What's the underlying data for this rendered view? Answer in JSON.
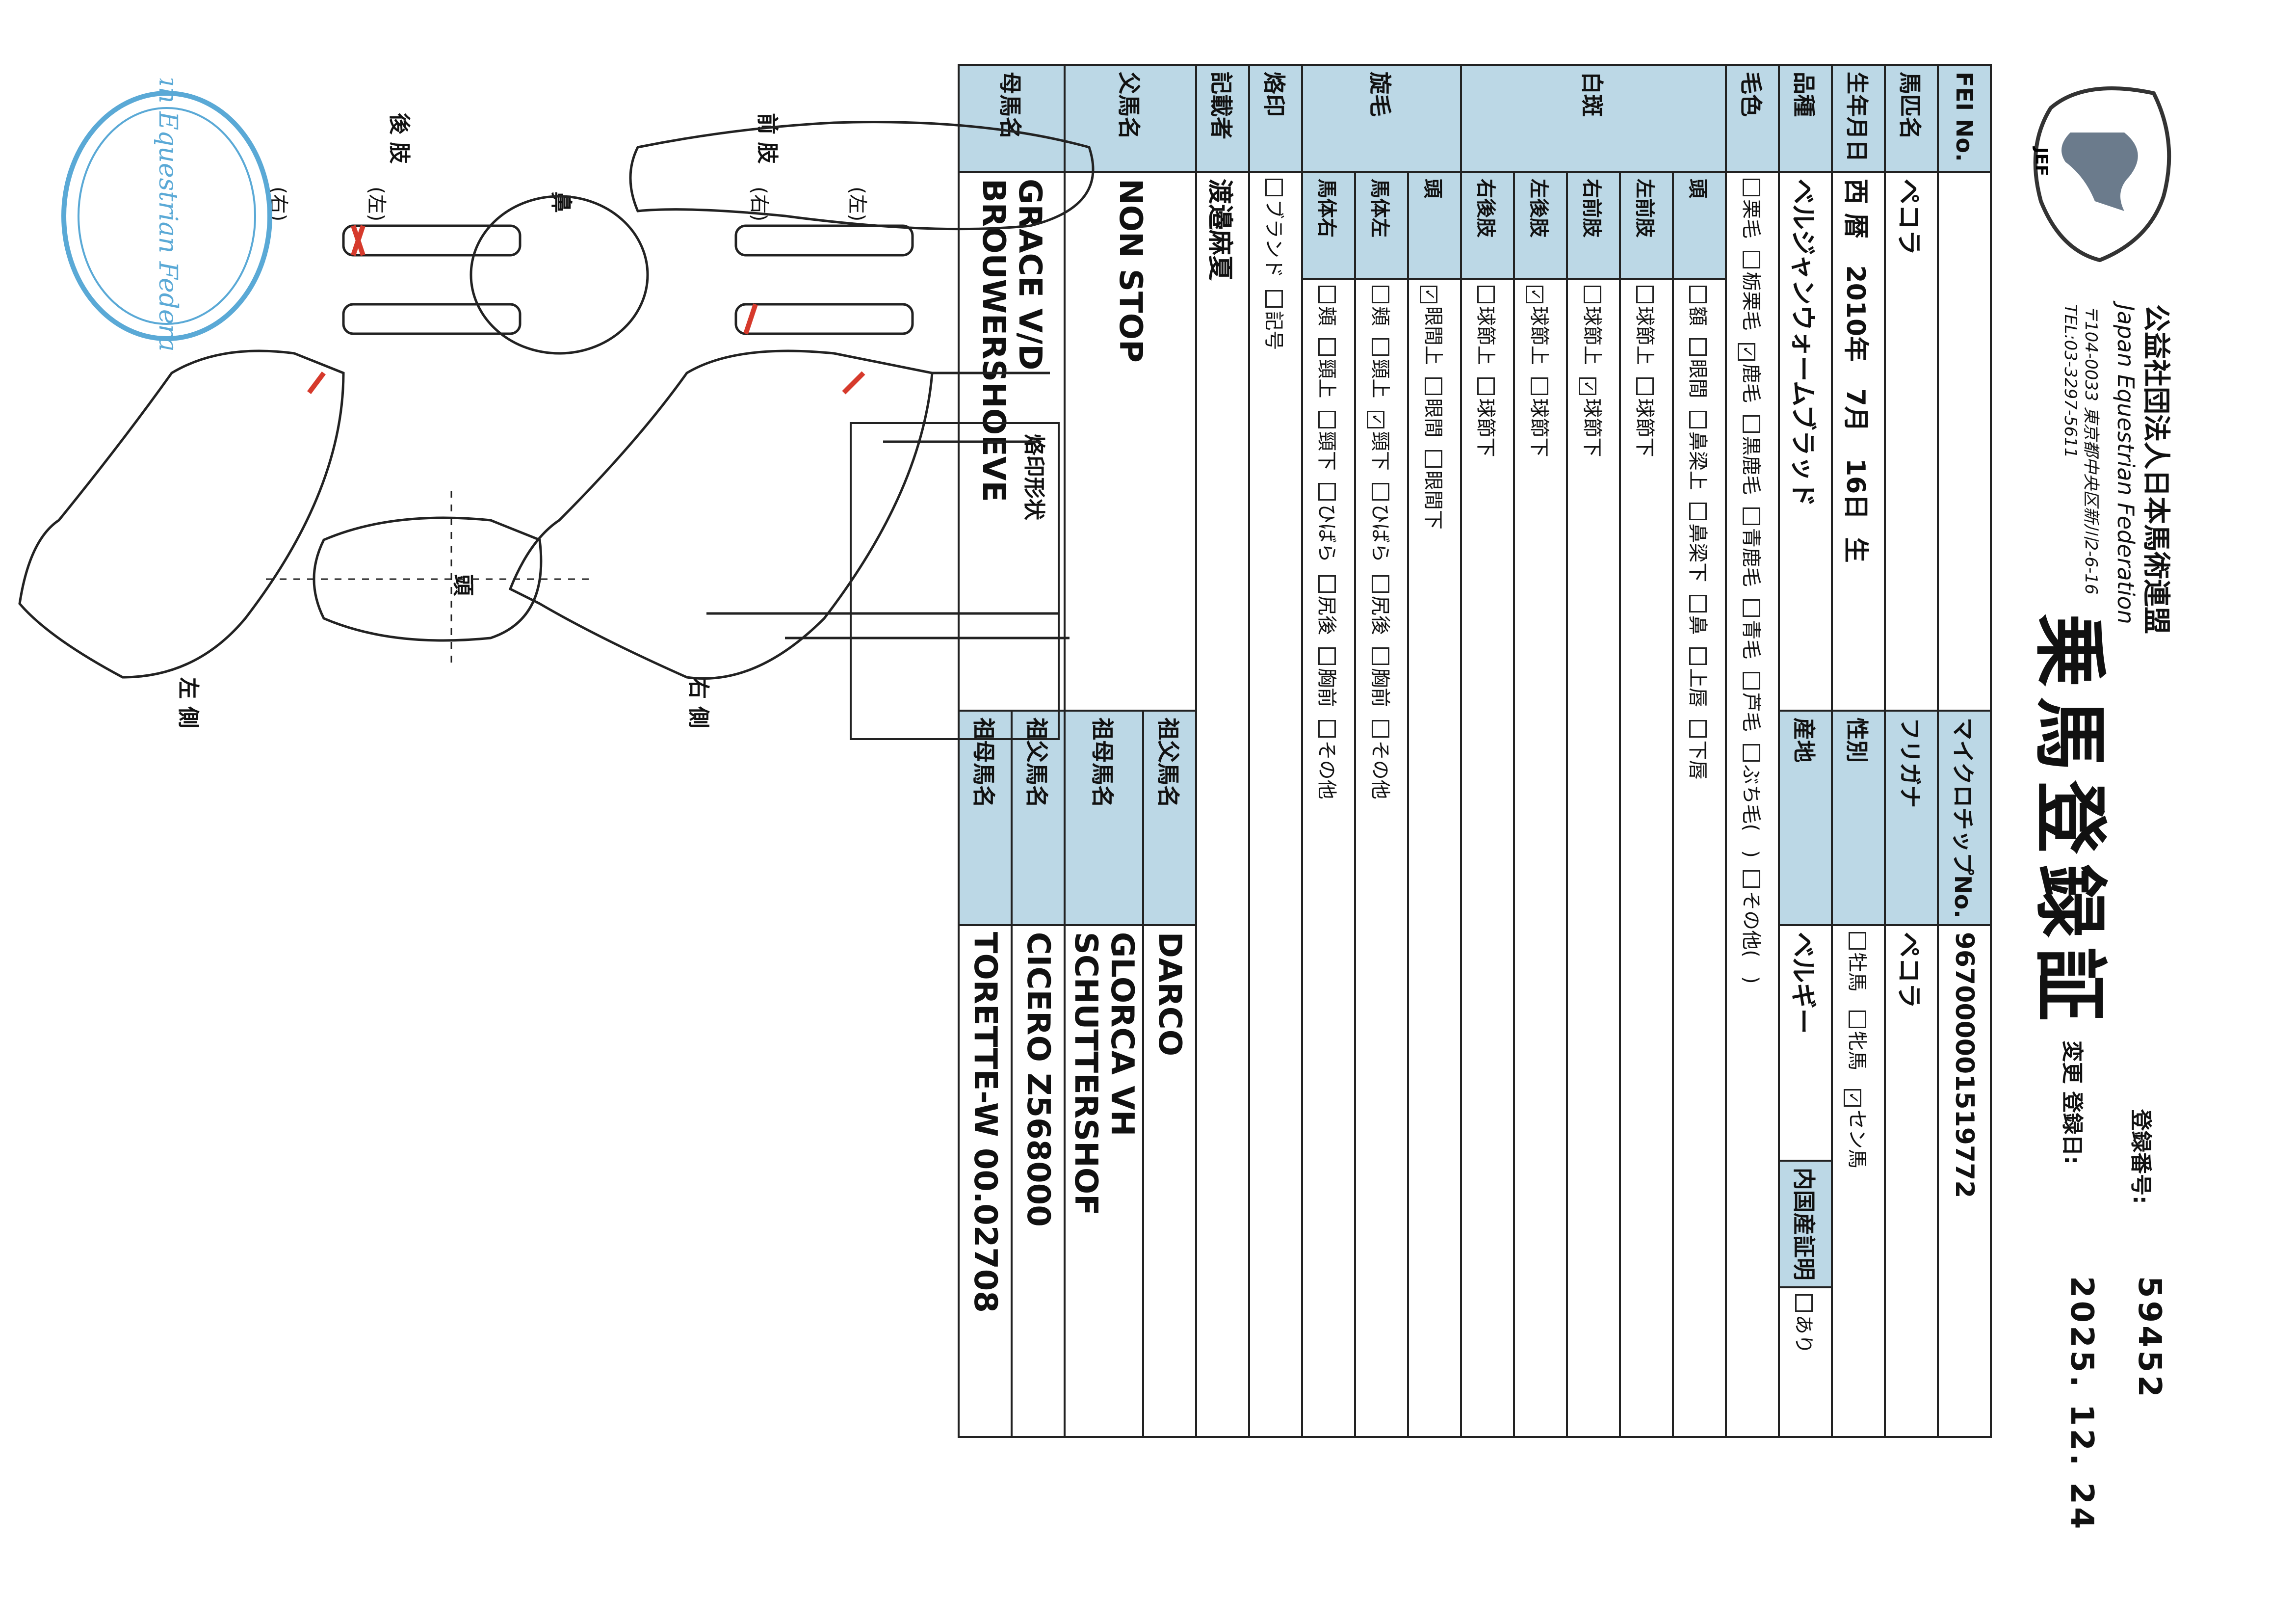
{
  "header": {
    "org_jp": "公益社団法人日本馬術連盟",
    "org_en": "Japan Equestrian Federation",
    "address": "〒104-0033 東京都中央区新川2-6-16",
    "tel": "TEL:03-3297-5611",
    "logo_text": "JEF",
    "title": "乗馬登録証",
    "reg_no_label": "登録番号:",
    "reg_no": "59452",
    "reg_date_label": "変更 登録日:",
    "reg_date": "2025. 12. 24"
  },
  "form": {
    "fei_label": "FEI No.",
    "microchip_label": "マイクロチップNo.",
    "microchip": "967000001519772",
    "name_label": "馬匹名",
    "name": "ペコラ",
    "furigana_label": "フリガナ",
    "furigana": "ペコラ",
    "dob_label": "生年月日",
    "dob_era": "西 暦",
    "dob_year": "2010年",
    "dob_month": "7月",
    "dob_day": "16日",
    "dob_suffix": "生",
    "sex_label": "性別",
    "sex_options": [
      "牡馬",
      "牝馬",
      "セン馬"
    ],
    "sex_checked": 2,
    "breed_label": "品種",
    "breed": "ベルジャンウォームブラッド",
    "origin_label": "産地",
    "origin": "ベルギー",
    "domestic_cert_label": "内国産証明",
    "domestic_cert_option": "あり",
    "coat_label": "毛色",
    "coat_options": [
      "栗毛",
      "栃栗毛",
      "鹿毛",
      "黒鹿毛",
      "青鹿毛",
      "青毛",
      "芦毛",
      "ぶち毛(",
      ")",
      "その他(",
      ")"
    ],
    "coat_checked": 2,
    "white_label": "白斑",
    "white_rows": [
      {
        "part": "頭",
        "items": [
          "額",
          "眼間",
          "鼻梁上",
          "鼻梁下",
          "鼻",
          "上唇",
          "下唇"
        ],
        "checked": []
      },
      {
        "part": "左前肢",
        "items": [
          "球節上",
          "球節下"
        ],
        "checked": []
      },
      {
        "part": "右前肢",
        "items": [
          "球節上",
          "球節下"
        ],
        "checked": [
          1
        ]
      },
      {
        "part": "左後肢",
        "items": [
          "球節上",
          "球節下"
        ],
        "checked": [
          0
        ]
      },
      {
        "part": "右後肢",
        "items": [
          "球節上",
          "球節下"
        ],
        "checked": []
      }
    ],
    "whorl_label": "旋毛",
    "whorl_rows": [
      {
        "part": "頭",
        "items": [
          "眼間上",
          "眼間",
          "眼間下"
        ],
        "checked": [
          0
        ]
      },
      {
        "part": "馬体左",
        "items": [
          "頬",
          "頸上",
          "頸下",
          "ひばら",
          "尻後",
          "胸前",
          "その他"
        ],
        "checked": [
          2
        ]
      },
      {
        "part": "馬体右",
        "items": [
          "頬",
          "頸上",
          "頸下",
          "ひばら",
          "尻後",
          "胸前",
          "その他"
        ],
        "checked": []
      }
    ],
    "brand_label": "烙印",
    "brand_options": [
      "ブランド",
      "記号"
    ],
    "recorder_label": "記載者",
    "recorder": "渡邉麻夏",
    "sire_label": "父馬名",
    "sire": "NON STOP",
    "dam_label": "母馬名",
    "dam": "GRACE V/D BROUWERSHOEVE",
    "sire_sire_label": "祖父馬名",
    "sire_sire": "DARCO",
    "sire_dam_label": "祖母馬名",
    "sire_dam": "GLORCA VH SCHUTTERSHOF",
    "dam_sire_label": "祖父馬名",
    "dam_sire": "CICERO Z568000",
    "dam_dam_label": "祖母馬名",
    "dam_dam": "TORETTE-W 00.02708"
  },
  "diagram": {
    "brand_box_label": "烙印形状",
    "right_side": "右 側",
    "left_side": "左 側",
    "head": "頭",
    "muzzle": "鼻",
    "front_legs": "前 肢",
    "hind_legs": "後 肢",
    "left": "(左)",
    "right": "(右)",
    "stamp_text": "Japan Equestrian Federation"
  },
  "colors": {
    "label_bg": "#bcd8e6",
    "marking_red": "#d63a2c",
    "stamp_blue": "#5aa9d6"
  }
}
